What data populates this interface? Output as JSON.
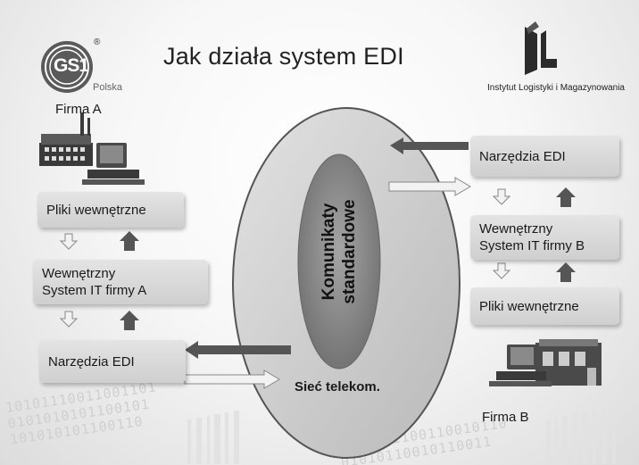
{
  "title": "Jak działa system EDI",
  "logos": {
    "gs1": {
      "mark": "GS1",
      "registered": "®",
      "sub": "Polska"
    },
    "ilim": {
      "mark": "IL",
      "name": "Instytut Logistyki i Magazynowania"
    }
  },
  "firm_a": {
    "label": "Firma A",
    "boxes": {
      "files": "Pliki wewnętrzne",
      "system": "Wewnętrzny\nSystem  IT firmy A",
      "edi": "Narzędzia EDI"
    }
  },
  "firm_b": {
    "label": "Firma B",
    "boxes": {
      "edi": "Narzędzia EDI",
      "system": "Wewnętrzny\nSystem  IT firmy B",
      "files": "Pliki wewnętrzne"
    }
  },
  "network": {
    "outer_label": "Sieć telekom.",
    "inner_label_line1": "Komunikaty",
    "inner_label_line2": "standardowe"
  },
  "binary_text": {
    "left_line1": "10101110011001101",
    "left_line2": "0101010101100101",
    "left_line3": "101010101100110",
    "bottom_line1": "1001011100110010110",
    "bottom_line2": "01010110010110011"
  },
  "colors": {
    "box": "#d8d8d8",
    "arrow_dark": "#555555",
    "arrow_light": "#f0f0f0",
    "ellipse_outer": "#c8c8c8",
    "ellipse_inner": "#8a8a8a"
  }
}
